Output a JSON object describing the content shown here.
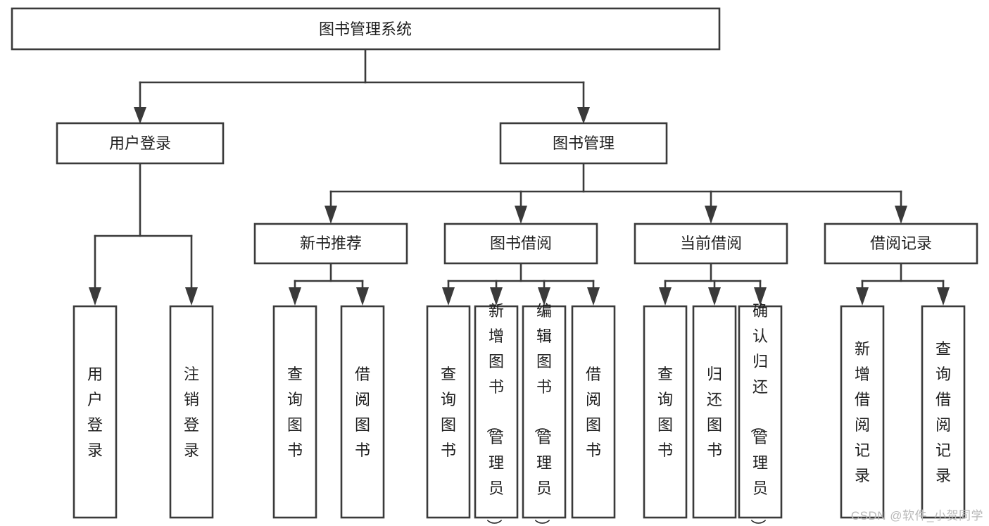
{
  "diagram": {
    "type": "tree-hierarchy-chart",
    "title": "图书管理系统",
    "watermark": "CSDN @软件_小贺同学",
    "colors": {
      "box_stroke": "#3a3a3a",
      "box_fill": "#ffffff",
      "connector": "#3a3a3a",
      "text": "#1f1f1f",
      "watermark": "#b9b9b9",
      "background": "#ffffff"
    },
    "root": {
      "label": "图书管理系统"
    },
    "level2": [
      {
        "label": "用户登录"
      },
      {
        "label": "图书管理"
      }
    ],
    "level3": [
      {
        "label": "新书推荐"
      },
      {
        "label": "图书借阅"
      },
      {
        "label": "当前借阅"
      },
      {
        "label": "借阅记录"
      }
    ],
    "leaves": {
      "user_login": [
        {
          "label": "用户登录"
        },
        {
          "label": "注销登录"
        }
      ],
      "new_book_recommend": [
        {
          "label": "查询图书"
        },
        {
          "label": "借阅图书"
        }
      ],
      "book_borrow": [
        {
          "label": "查询图书"
        },
        {
          "label": "新增图书（管理员）"
        },
        {
          "label": "编辑图书（管理员）"
        },
        {
          "label": "借阅图书"
        }
      ],
      "current_borrow": [
        {
          "label": "查询图书"
        },
        {
          "label": "归还图书"
        },
        {
          "label": "确认归还（管理员）"
        }
      ],
      "borrow_records": [
        {
          "label": "新增借阅记录"
        },
        {
          "label": "查询借阅记录"
        }
      ]
    }
  }
}
